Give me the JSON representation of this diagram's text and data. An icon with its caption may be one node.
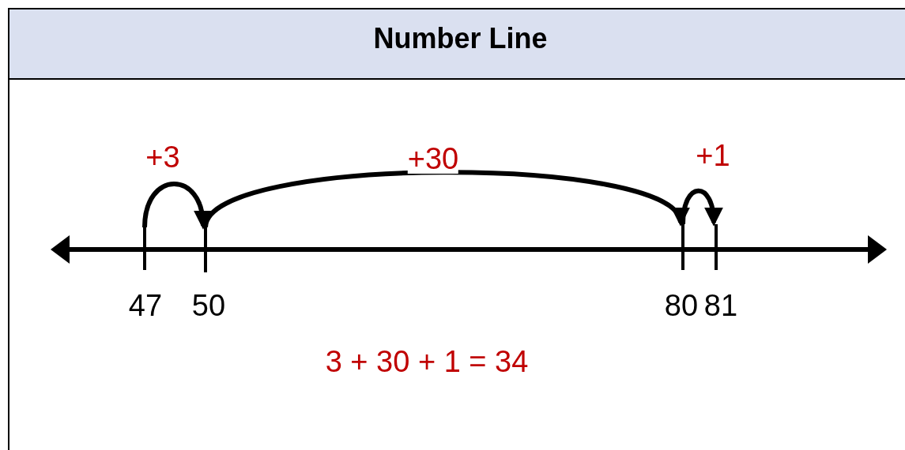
{
  "diagram": {
    "title": "Number Line",
    "nodes": [
      {
        "text": [],
        "shape": "bar"
      },
      {
        "text": [],
        "shape": "bar"
      },
      {
        "text": [],
        "shape": "bar"
      },
      {
        "text": [],
        "shape": "bar"
      }
    ],
    "edges": [
      {
        "from": 0,
        "to": 1,
        "arrow": "to",
        "label": "+3"
      },
      {
        "from": 1,
        "to": 2,
        "arrow": "to",
        "label": "+30"
      },
      {
        "from": 2,
        "to": 3,
        "arrow": "to",
        "label": "+1"
      }
    ],
    "labels": [
      "47",
      "50",
      "80",
      "81",
      "3 + 30 + 1 = 34"
    ]
  }
}
